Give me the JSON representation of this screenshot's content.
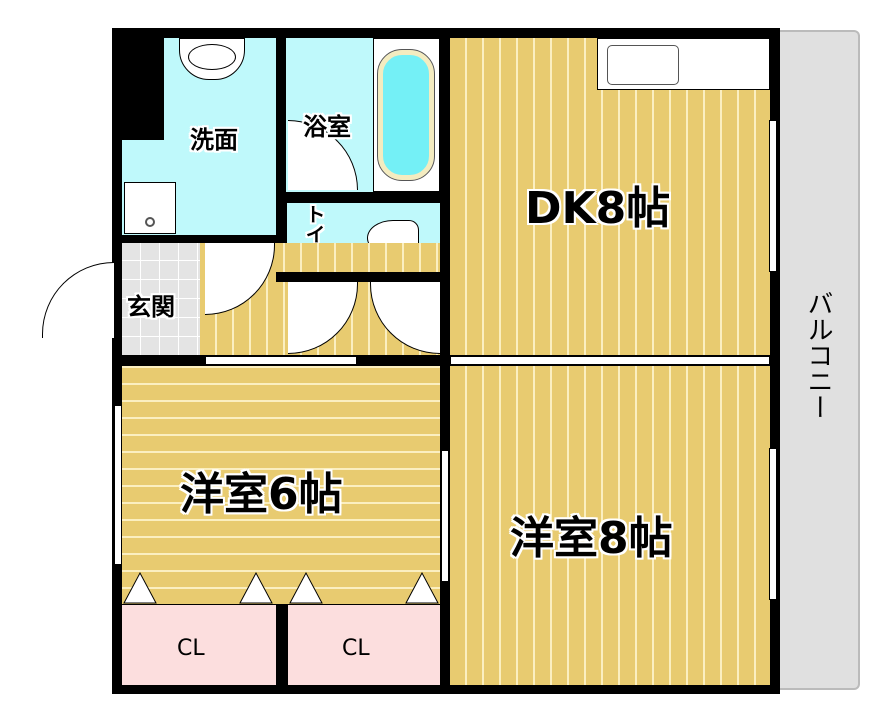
{
  "rooms": {
    "washroom": "洗面",
    "bathroom": "浴室",
    "toilet": "トイレ",
    "entrance": "玄関",
    "dk": "DK8帖",
    "western6": "洋室6帖",
    "western8": "洋室8帖",
    "closet1": "CL",
    "closet2": "CL",
    "balcony": "バルコニー"
  },
  "colors": {
    "floor": "#e8cb70",
    "wet": "#bff9fb",
    "closet": "#fcdede",
    "balcony": "#e0e0e0"
  }
}
